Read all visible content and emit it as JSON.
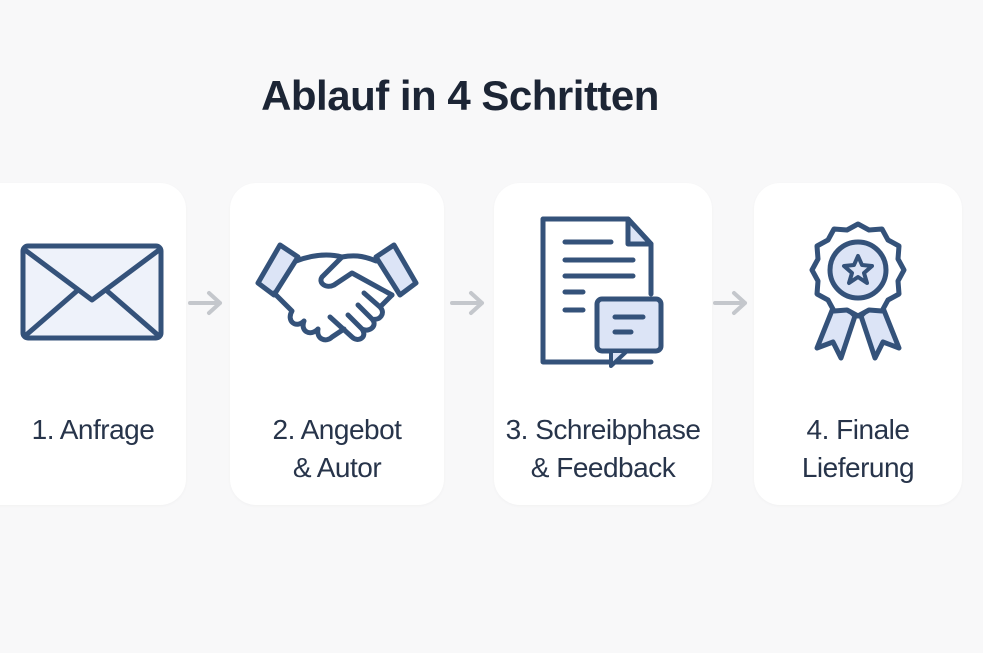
{
  "title": "Ablauf in 4 Schritten",
  "colors": {
    "icon_stroke": "#34527a",
    "icon_fill": "#dce4f6",
    "arrow": "#c4c7cc",
    "background": "#f8f8f9"
  },
  "steps": [
    {
      "icon": "envelope-icon",
      "line1": "1. Anfrage",
      "line2": ""
    },
    {
      "icon": "handshake-icon",
      "line1": "2. Angebot",
      "line2": "& Autor"
    },
    {
      "icon": "document-feedback-icon",
      "line1": "3. Schreibphase",
      "line2": "& Feedback"
    },
    {
      "icon": "award-badge-icon",
      "line1": "4. Finale",
      "line2": "Lieferung"
    }
  ]
}
